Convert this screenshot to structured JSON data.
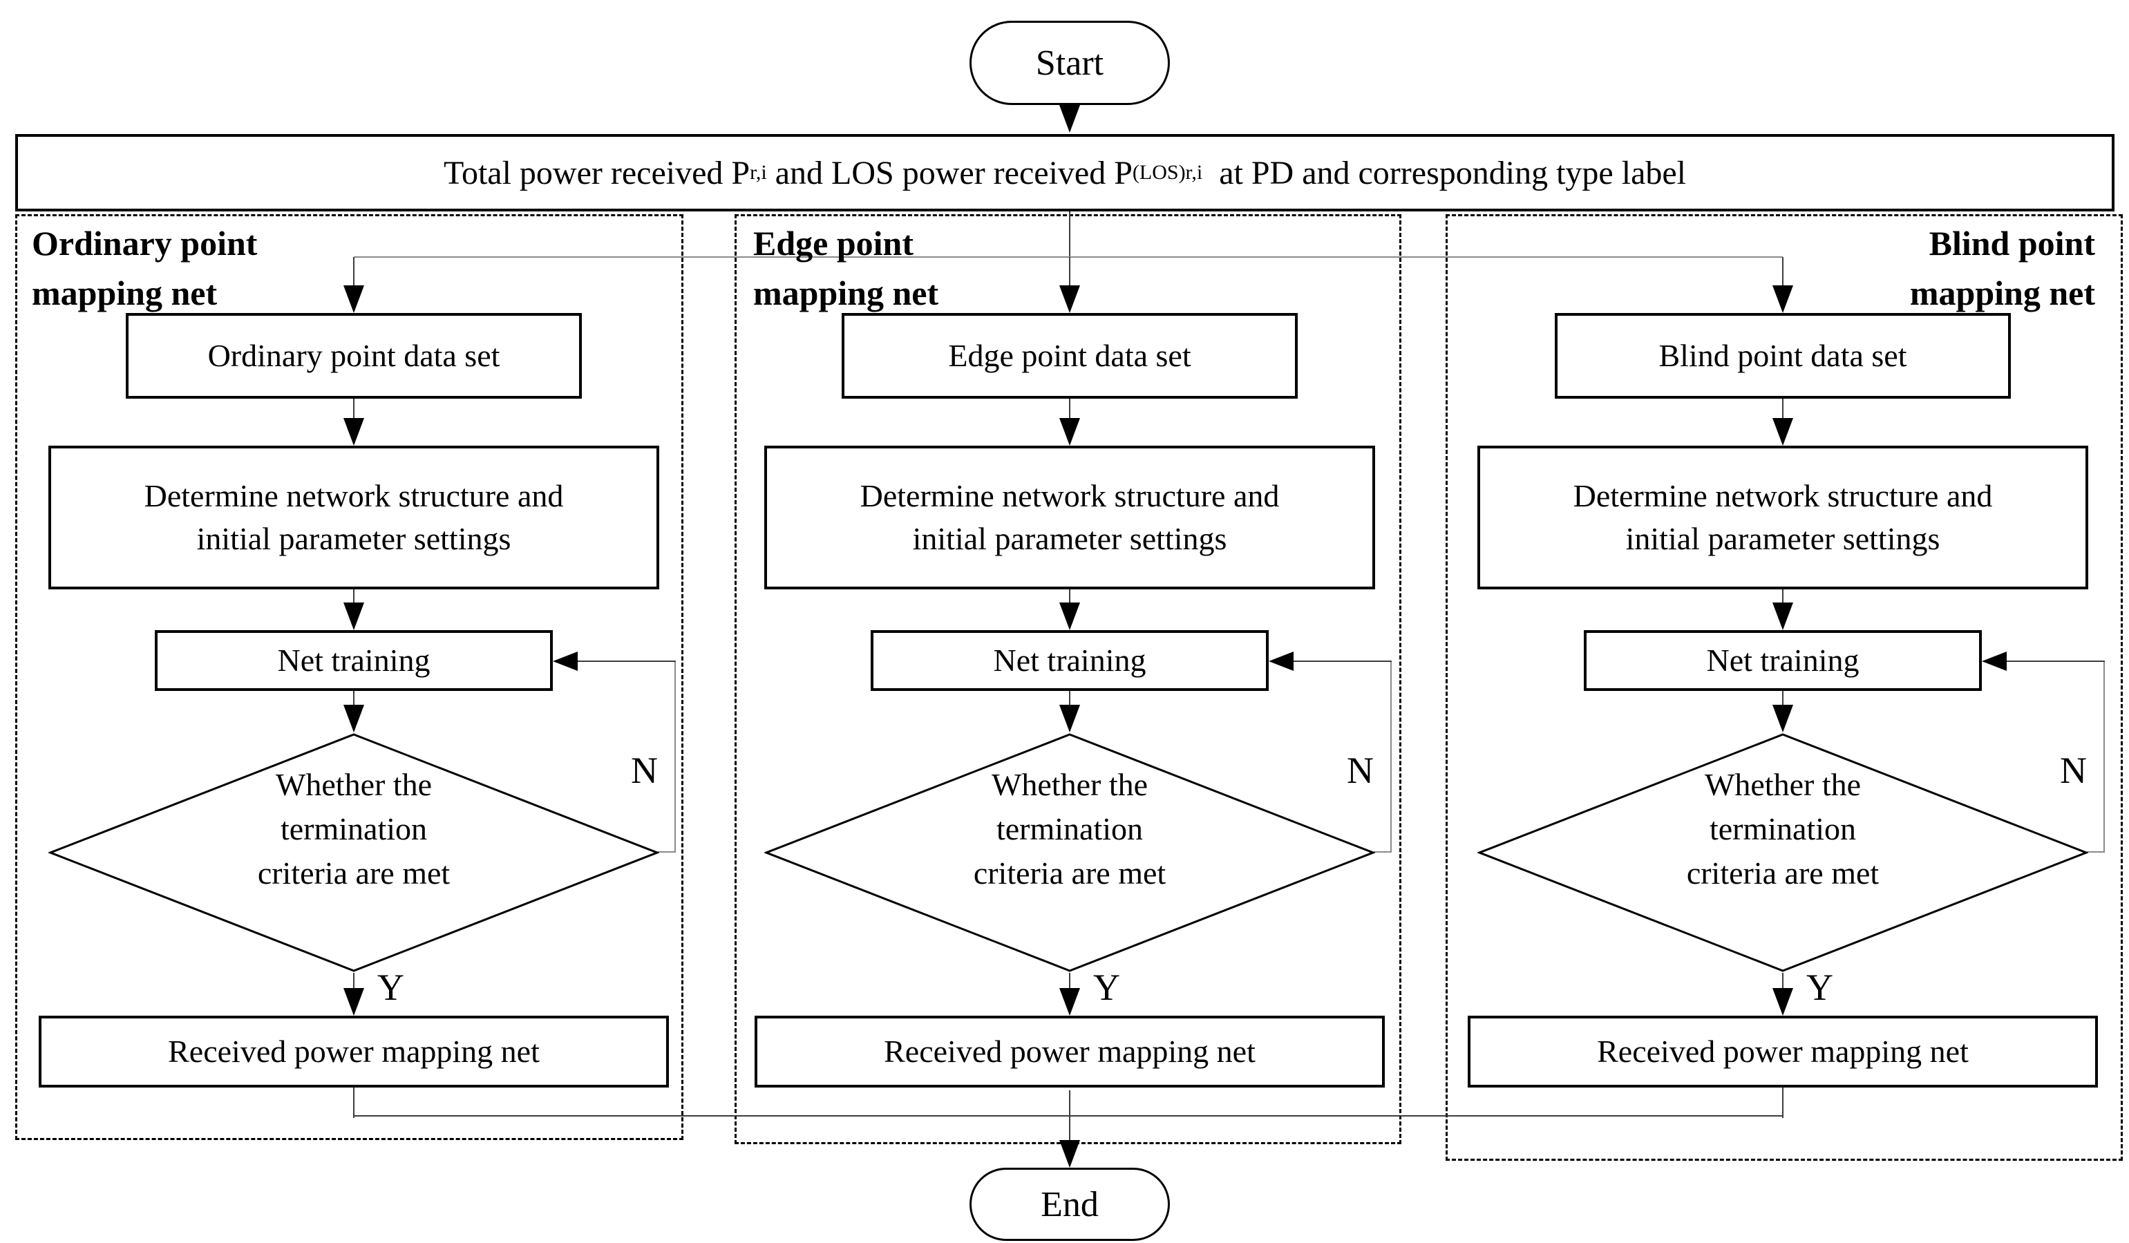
{
  "colors": {
    "background": "#ffffff",
    "ink": "#000000",
    "thin_line": "#3c3c3c",
    "light_line": "#8a8a8a"
  },
  "terminals": {
    "start_label": "Start",
    "end_label": "End"
  },
  "input_box": {
    "segment1": "Total power received P",
    "subscript1": "r,i",
    "segment2": " and LOS power received P",
    "subscript2": "(LOS)r,i",
    "segment3": "  at PD and corresponding type label"
  },
  "columns": [
    {
      "header_line1": "Ordinary point",
      "header_line2": "mapping net",
      "dataset_box": "Ordinary point data set",
      "structure_box_line1": "Determine network structure and",
      "structure_box_line2": "initial parameter settings",
      "training_box": "Net training",
      "decision_line1": "Whether the",
      "decision_line2": "termination",
      "decision_line3": "criteria are met",
      "no_label": "N",
      "yes_label": "Y",
      "result_box": "Received power mapping net"
    },
    {
      "header_line1": "Edge point",
      "header_line2": "mapping net",
      "dataset_box": "Edge point data set",
      "structure_box_line1": "Determine network structure and",
      "structure_box_line2": "initial parameter settings",
      "training_box": "Net training",
      "decision_line1": "Whether the",
      "decision_line2": "termination",
      "decision_line3": "criteria are met",
      "no_label": "N",
      "yes_label": "Y",
      "result_box": "Received power mapping net"
    },
    {
      "header_line1": "Blind point",
      "header_line2": "mapping net",
      "dataset_box": "Blind point data set",
      "structure_box_line1": "Determine network structure and",
      "structure_box_line2": "initial parameter settings",
      "training_box": "Net training",
      "decision_line1": "Whether the",
      "decision_line2": "termination",
      "decision_line3": "criteria are met",
      "no_label": "N",
      "yes_label": "Y",
      "result_box": "Received power mapping net"
    }
  ]
}
